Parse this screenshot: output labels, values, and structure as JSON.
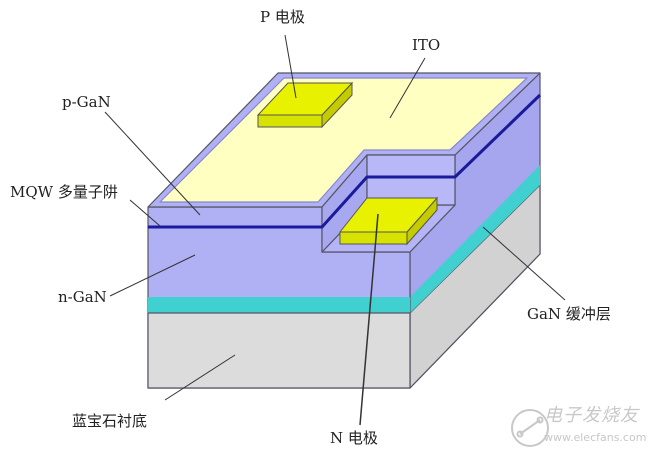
{
  "labels": {
    "p_electrode": "P 电极",
    "ito": "ITO",
    "p_gan": "p-GaN",
    "mqw": "MQW 多量子阱",
    "n_gan": "n-GaN",
    "gan_buffer": "GaN 缓冲层",
    "sapphire": "蓝宝石衬底",
    "n_electrode": "N 电极"
  },
  "watermark": {
    "name": "电子发烧友",
    "url": "www.elecfans.com"
  },
  "colors": {
    "gan": "#b0b0f4",
    "mqw": "#1a1a9a",
    "ito": "#ffffc2",
    "buffer": "#40d0d0",
    "substrate": "#dcdcdc",
    "electrode": "#e6f000",
    "outline": "#555580"
  }
}
